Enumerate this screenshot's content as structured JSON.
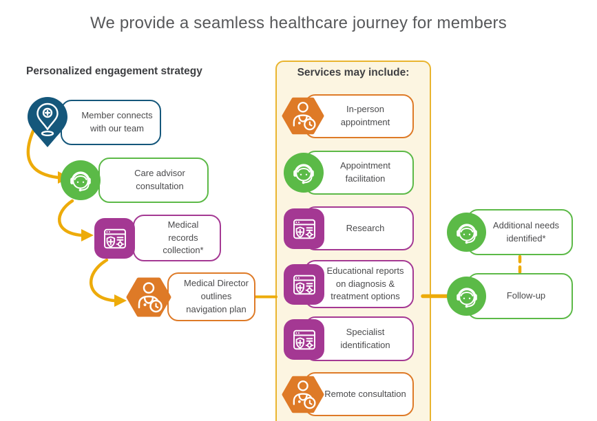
{
  "title": "We provide a seamless healthcare journey for members",
  "left_flow": {
    "heading": "Personalized engagement strategy",
    "steps": [
      {
        "label": "Member connects with our team",
        "icon": "location-pin-plus-icon",
        "shape": "pin",
        "color": "#15577b"
      },
      {
        "label": "Care advisor consultation",
        "icon": "care-advisor-headset-icon",
        "shape": "circle",
        "color": "#5cb947"
      },
      {
        "label": "Medical records collection*",
        "icon": "medical-records-window-icon",
        "shape": "rounded-square",
        "color": "#a43893"
      },
      {
        "label": "Medical Director outlines navigation plan",
        "icon": "medical-director-icon",
        "shape": "hexagon",
        "color": "#de7a27"
      }
    ]
  },
  "services_panel": {
    "heading": "Services may include:",
    "items": [
      {
        "label": "In-person appointment",
        "icon": "in-person-doctor-icon",
        "shape": "hexagon",
        "color": "#de7a27"
      },
      {
        "label": "Appointment facilitation",
        "icon": "appointment-headset-icon",
        "shape": "circle",
        "color": "#5cb947"
      },
      {
        "label": "Research",
        "icon": "research-window-icon",
        "shape": "rounded-square",
        "color": "#a43893"
      },
      {
        "label": "Educational reports on diagnosis & treatment options",
        "icon": "educational-reports-window-icon",
        "shape": "rounded-square",
        "color": "#a43893"
      },
      {
        "label": "Specialist identification",
        "icon": "specialist-window-icon",
        "shape": "rounded-square",
        "color": "#a43893"
      },
      {
        "label": "Remote consultation",
        "icon": "remote-consultation-doctor-icon",
        "shape": "hexagon",
        "color": "#de7a27"
      }
    ]
  },
  "outcome_flow": {
    "items": [
      {
        "label": "Additional needs identified*",
        "icon": "additional-needs-headset-icon",
        "shape": "circle",
        "color": "#5cb947"
      },
      {
        "label": "Follow-up",
        "icon": "follow-up-headset-icon",
        "shape": "circle",
        "color": "#5cb947"
      }
    ]
  },
  "colors": {
    "connector_gold": "#edab0a",
    "panel_border_gold": "#e9b42e",
    "panel_background": "#fcf5e1",
    "navy": "#15577b",
    "green": "#5cb947",
    "purple": "#a43893",
    "orange": "#de7a27",
    "title_text": "#57585a",
    "body_text": "#4a4a4c"
  }
}
